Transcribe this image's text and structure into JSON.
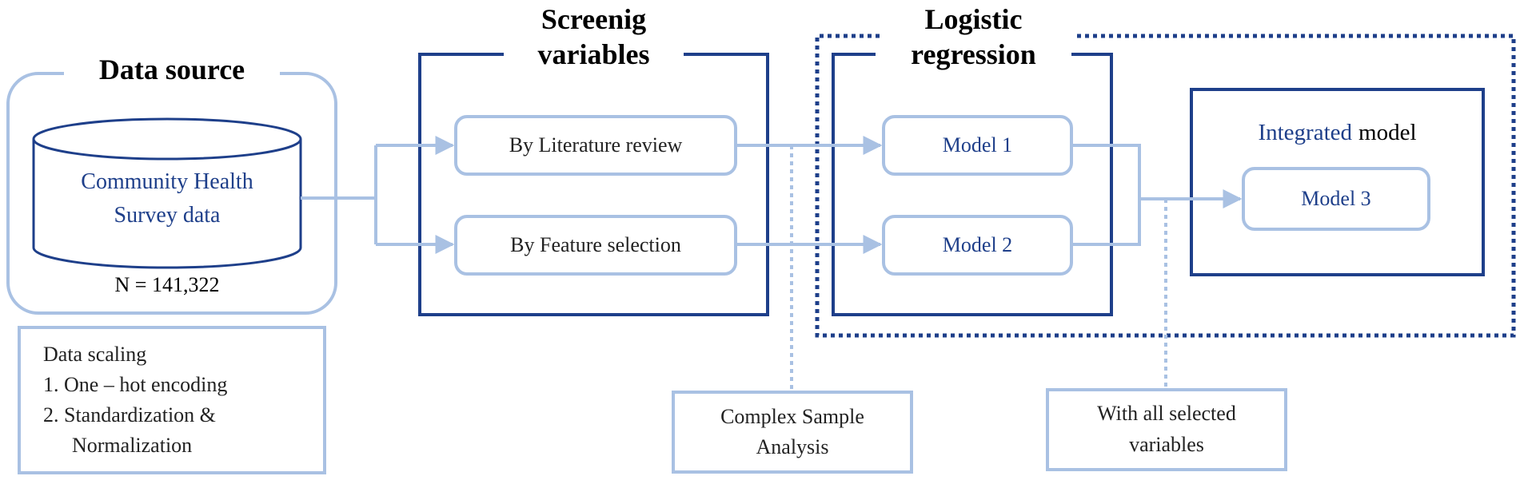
{
  "colors": {
    "light_blue": "#a9c1e3",
    "dark_blue": "#1e3f8a",
    "text_dark": "#222222"
  },
  "data_source": {
    "title": "Data source",
    "database_label_line1": "Community Health",
    "database_label_line2": "Survey data",
    "count": "N = 141,322"
  },
  "data_scaling": {
    "title": "Data scaling",
    "item1": "1. One – hot encoding",
    "item2_line1": "2. Standardization &",
    "item2_line2": "Normalization"
  },
  "screening": {
    "title_line1": "Screenig",
    "title_line2": "variables",
    "option_literature": "By Literature review",
    "option_feature": "By Feature selection"
  },
  "complex_sample": {
    "line1": "Complex Sample",
    "line2": "Analysis"
  },
  "logistic": {
    "title_line1": "Logistic",
    "title_line2": "regression",
    "model1": "Model 1",
    "model2": "Model 2"
  },
  "integrated": {
    "title_word1": "Integrated",
    "title_word2": "model",
    "model3": "Model 3"
  },
  "all_variables": {
    "line1": "With all selected",
    "line2": "variables"
  }
}
